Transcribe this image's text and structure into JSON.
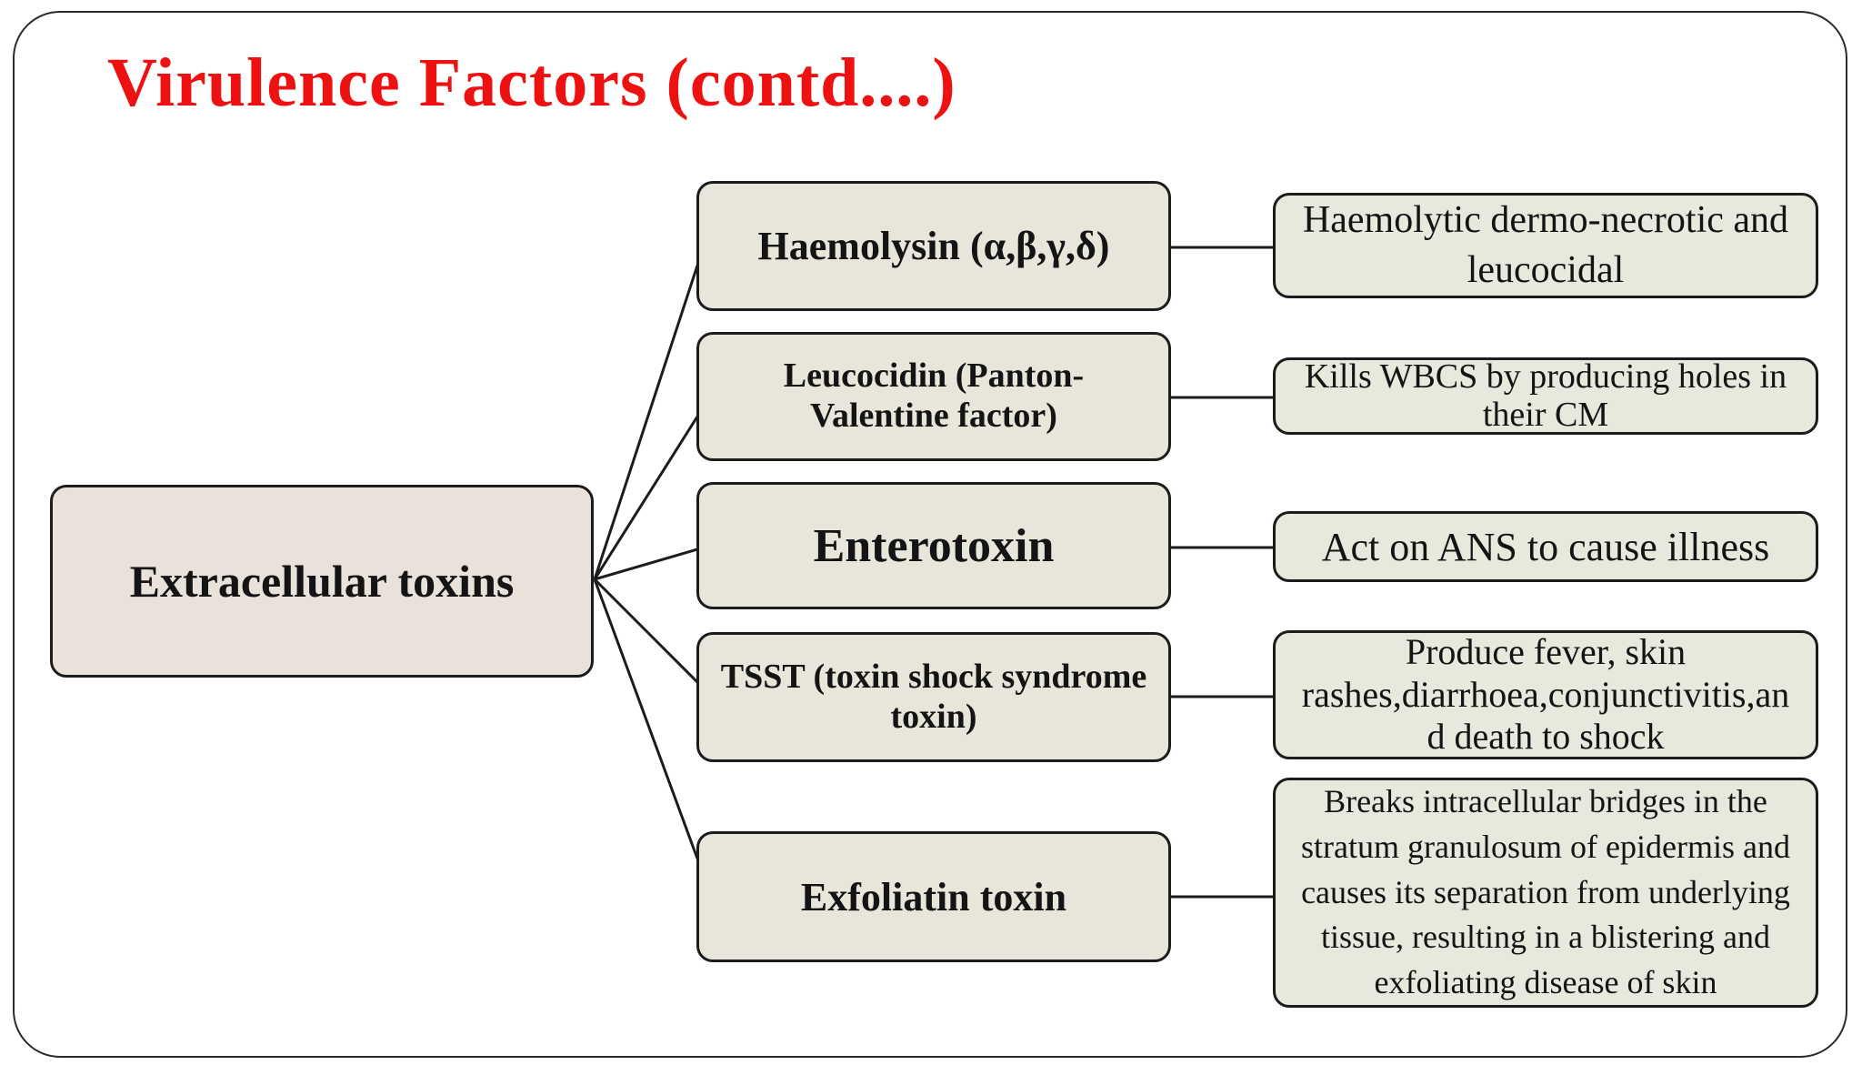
{
  "slide": {
    "title": "Virulence Factors (contd....)",
    "title_color": "#ee1111",
    "border_color": "#2b2b2b"
  },
  "colors": {
    "root_box_fill": "#e9e2da",
    "branch_box_fill": "#e8e6da",
    "description_box_fill": "#e9e8dd",
    "line_color": "#1c1c1c"
  },
  "root": {
    "label": "Extracellular toxins"
  },
  "branches": [
    {
      "label": "Haemolysin (α,β,γ,δ)",
      "description": "Haemolytic dermo-necrotic and\nleucocidal"
    },
    {
      "label": "Leucocidin (Panton-\nValentine factor)",
      "description": "Kills WBCS by producing holes in\ntheir CM"
    },
    {
      "label": "Enterotoxin",
      "description": "Act on ANS to cause illness"
    },
    {
      "label": "TSST (toxin shock syndrome\ntoxin)",
      "description": "Produce fever, skin\nrashes,diarrhoea,conjunctivitis,an\nd death to shock"
    },
    {
      "label": "Exfoliatin toxin",
      "description": "Breaks intracellular bridges in the\nstratum granulosum of epidermis and\ncauses its separation from underlying\ntissue, resulting in a blistering and\nexfoliating disease of skin"
    }
  ]
}
